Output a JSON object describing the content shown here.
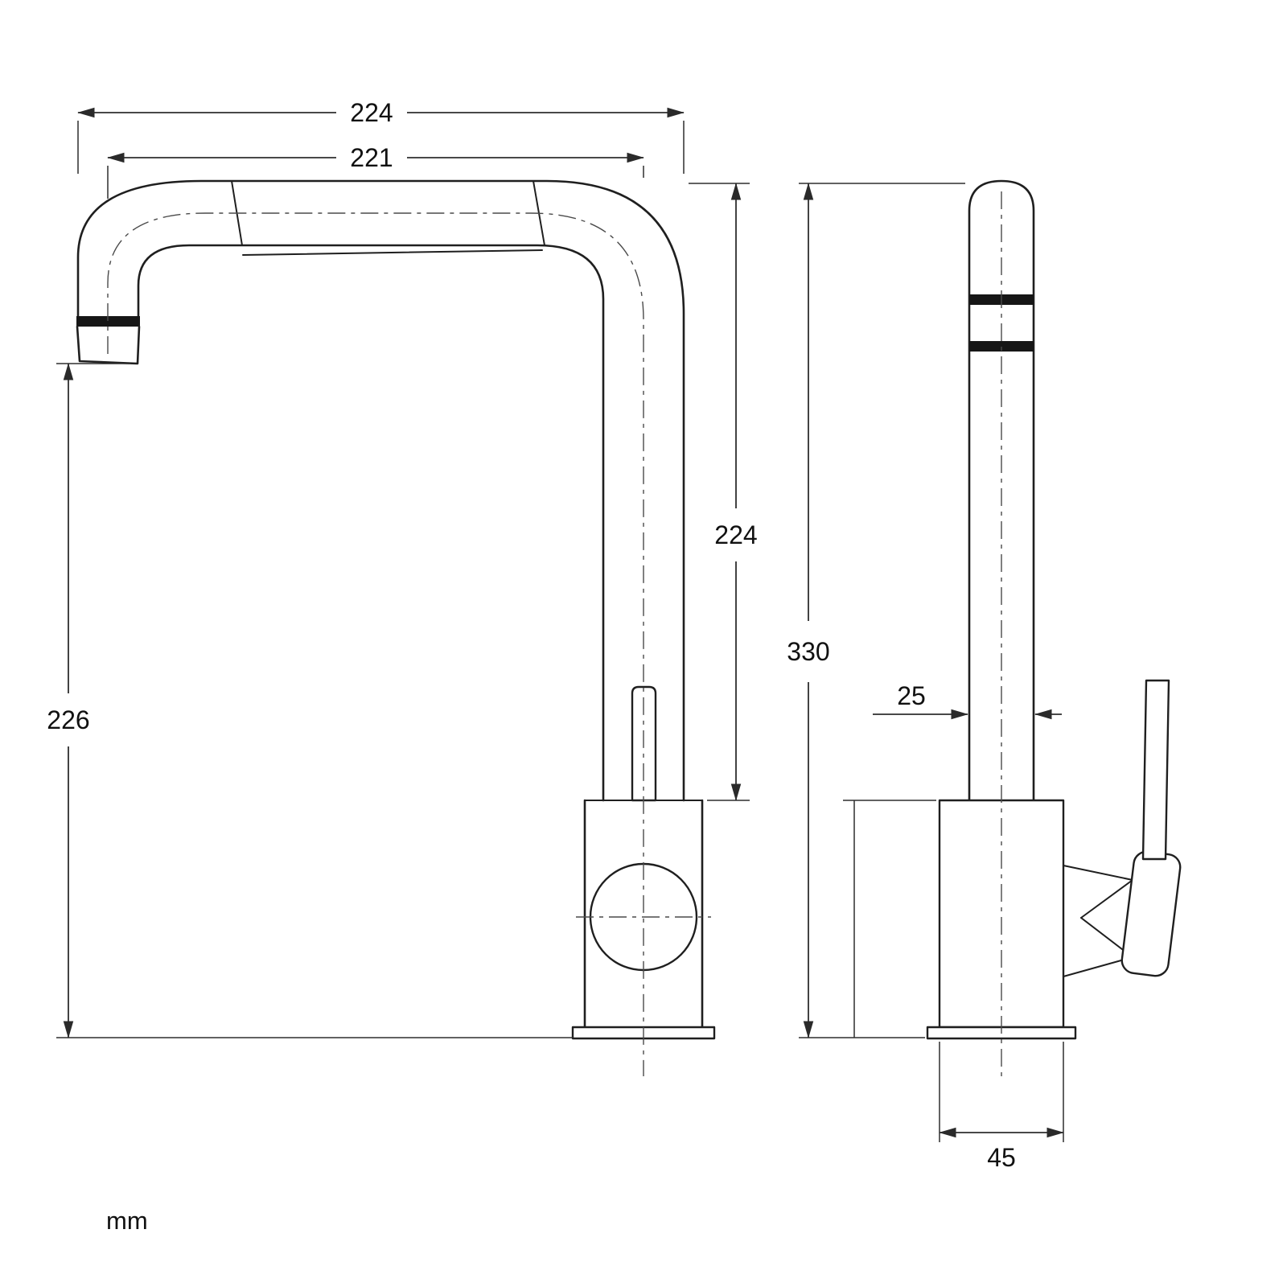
{
  "drawing": {
    "units_label": "mm",
    "views": {
      "side": {
        "overall_width_mm": "224",
        "spout_reach_mm": "221",
        "spout_rise_mm": "224",
        "outlet_height_mm": "226"
      },
      "front": {
        "overall_height_mm": "330",
        "spout_tube_diameter_mm": "25",
        "body_diameter_mm": "45"
      }
    }
  }
}
